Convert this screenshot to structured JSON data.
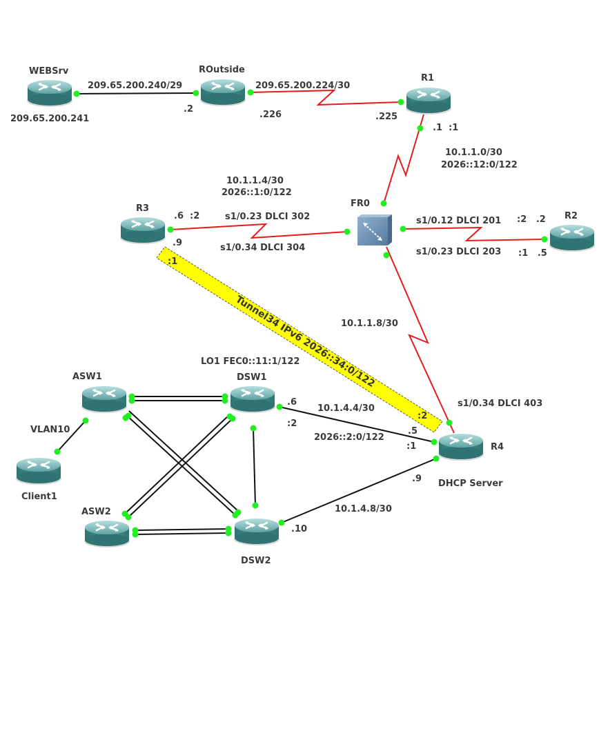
{
  "colors": {
    "serial_link": "#e31b1b",
    "ethernet_link": "#111111",
    "port_dot": "#22ee22",
    "router_body": "#3f8a88",
    "router_top": "#8fc3c4",
    "frame_relay_switch": "#6d8eb0",
    "tunnel_fill": "#ffff00",
    "label_text": "#3a3a3a"
  },
  "devices": {
    "websrv": {
      "name": "WEBSrv",
      "icon": "router-icon"
    },
    "routside": {
      "name": "ROutside",
      "icon": "router-icon"
    },
    "r1": {
      "name": "R1",
      "icon": "router-icon"
    },
    "r2": {
      "name": "R2",
      "icon": "router-icon"
    },
    "r3": {
      "name": "R3",
      "icon": "router-icon"
    },
    "r4": {
      "name": "R4",
      "subtitle": "DHCP Server",
      "icon": "router-icon"
    },
    "fr0": {
      "name": "FR0",
      "icon": "frame-relay-switch-icon"
    },
    "asw1": {
      "name": "ASW1",
      "icon": "switch-icon"
    },
    "asw2": {
      "name": "ASW2",
      "icon": "switch-icon"
    },
    "dsw1": {
      "name": "DSW1",
      "note": "LO1 FEC0::11:1/122",
      "icon": "switch-icon"
    },
    "dsw2": {
      "name": "DSW2",
      "icon": "switch-icon"
    },
    "client1": {
      "name": "Client1",
      "icon": "host-icon"
    }
  },
  "labels": {
    "websrv_ip": "209.65.200.241",
    "net_websrv_routside": "209.65.200.240/29",
    "routside_left": ".2",
    "net_routside_r1": "209.65.200.224/30",
    "routside_right": ".226",
    "r1_left": ".225",
    "r1_down": ".1  :1",
    "net_r1_fr_v4": "10.1.1.0/30",
    "net_r1_fr_v6": "2026::12:0/122",
    "net_r3_fr_v4": "10.1.1.4/30",
    "net_r3_fr_v6": "2026::1:0/122",
    "r3_port": ".6  :2",
    "r3_tunnel_side": ".9",
    "r3_tunnel_end": ":1",
    "dlci_302": "s1/0.23 DLCI 302",
    "dlci_304": "s1/0.34 DLCI 304",
    "dlci_201": "s1/0.12 DLCI 201",
    "dlci_203": "s1/0.23 DLCI 203",
    "r2_top": ":2   .2",
    "r2_bottom": ":1   .5",
    "net_fr_r4": "10.1.1.8/30",
    "dlci_403": "s1/0.34 DLCI 403",
    "tunnel": "Tunnel34 IPv6 2026::34:0/122",
    "r4_tunnel_end": ":2",
    "dsw1_port_v4": ".6",
    "dsw1_port_v6": ":2",
    "net_dsw1_r4_v4": "10.1.4.4/30",
    "net_dsw1_r4_v6": "2026::2:0/122",
    "r4_dsw1_v4": ".5",
    "r4_dsw1_v6": ":1",
    "r4_dsw2": ".9",
    "net_dsw2_r4": "10.1.4.8/30",
    "dsw2_port": ".10",
    "vlan": "VLAN10"
  }
}
